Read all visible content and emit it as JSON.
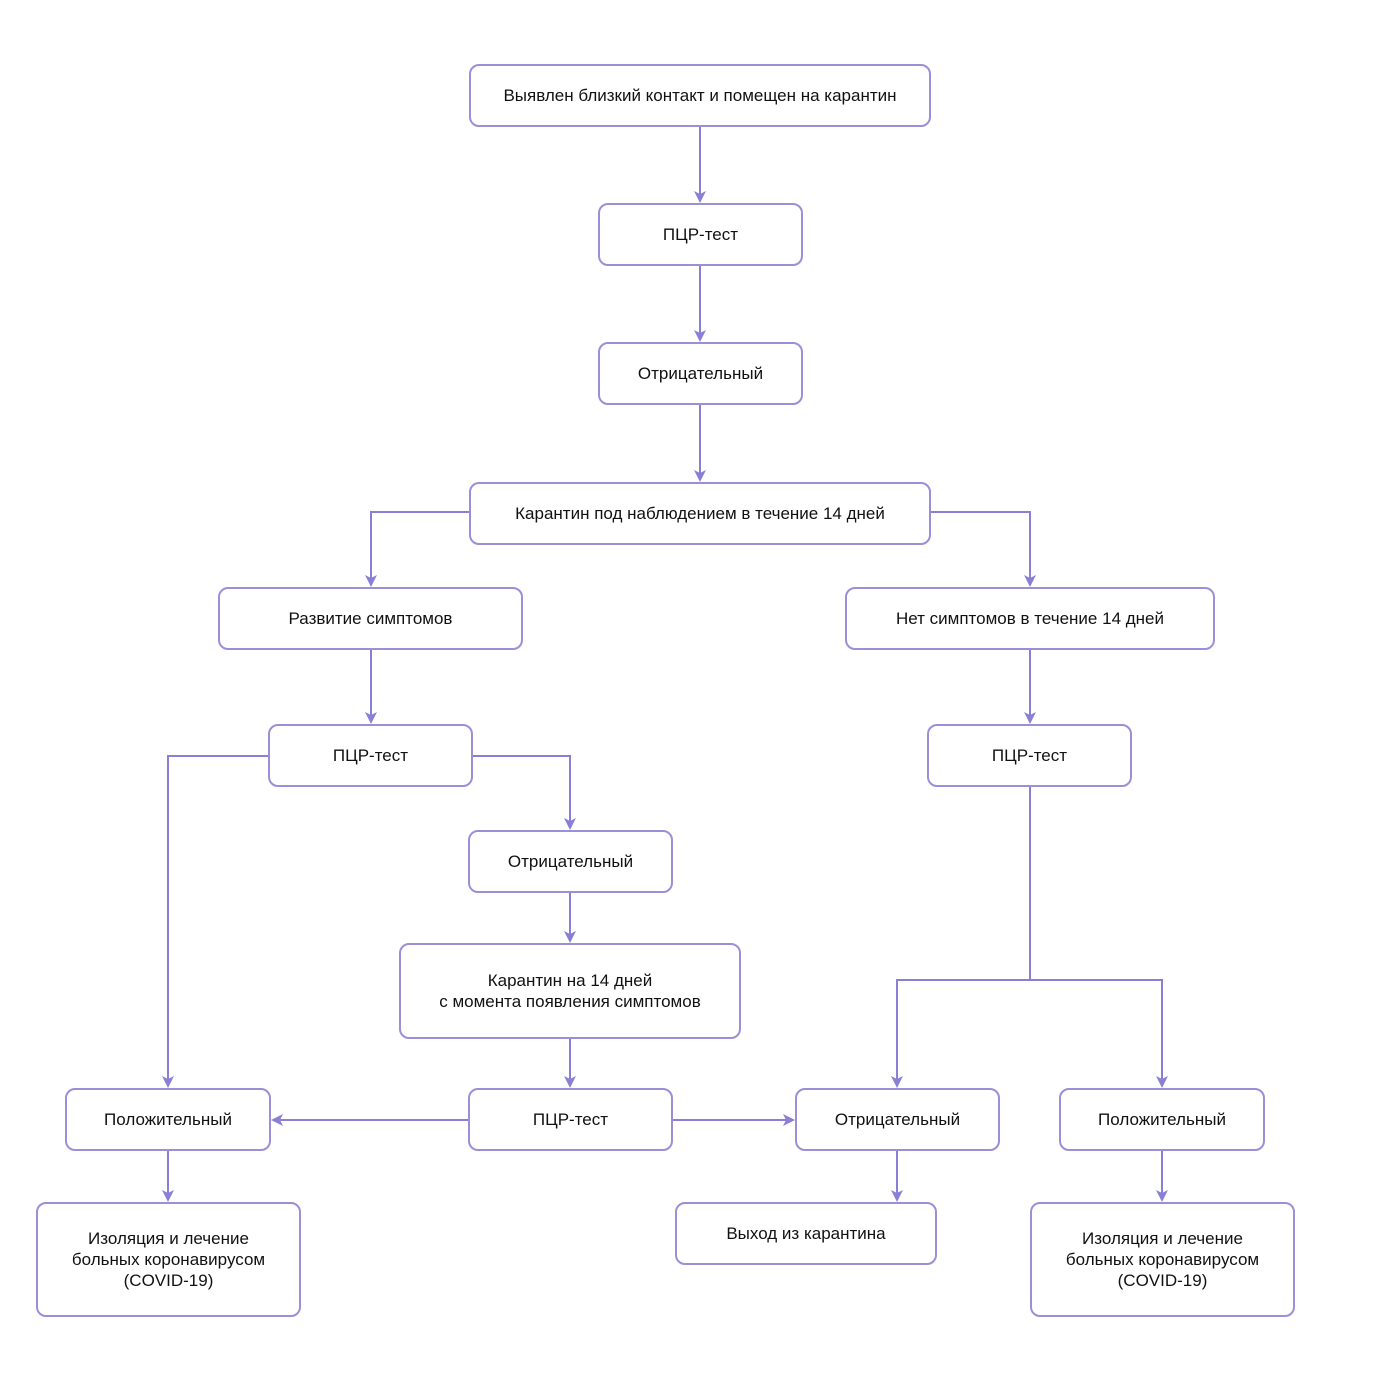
{
  "colors": {
    "accent": "#8a7fd6",
    "node_border": "#9b8fda",
    "text": "#111111",
    "background": "#ffffff"
  },
  "nodes": {
    "start": "Выявлен близкий контакт и помещен на карантин",
    "pcr1": "ПЦР-тест",
    "neg1": "Отрицательный",
    "quarantine14": "Карантин под наблюдением в течение 14 дней",
    "symptoms": "Развитие симптомов",
    "no_symptoms": "Нет симптомов в течение 14 дней",
    "pcr2": "ПЦР-тест",
    "pcr_right": "ПЦР-тест",
    "neg2": "Отрицательный",
    "quarantine_symptoms": "Карантин на 14 дней\nс момента появления симптомов",
    "pos_left": "Положительный",
    "pcr3": "ПЦР-тест",
    "neg_bottom": "Отрицательный",
    "pos_right": "Положительный",
    "isolation_left": "Изоляция и лечение\nбольных коронавирусом\n(COVID-19)",
    "exit": "Выход из карантина",
    "isolation_right": "Изоляция и лечение\nбольных коронавирусом\n(COVID-19)"
  }
}
